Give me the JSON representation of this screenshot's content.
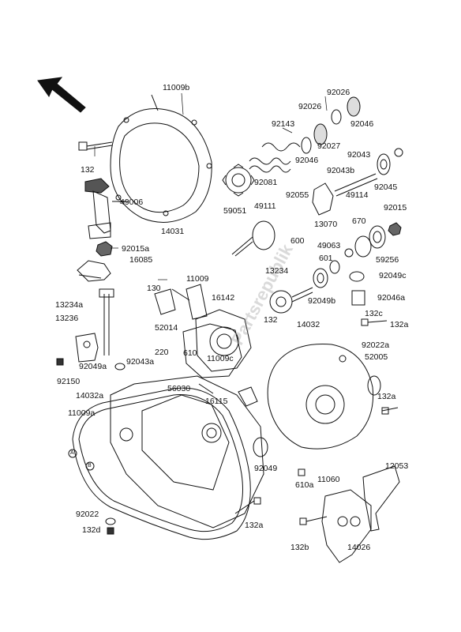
{
  "watermark": "Partsrepublik",
  "labels": {
    "l11009b": "11009b",
    "l92026a": "92026",
    "l92026b": "92026",
    "l92143": "92143",
    "l92046a": "92046",
    "l92027": "92027",
    "l92046b": "92046",
    "l92043": "92043",
    "l92043b": "92043b",
    "l132a_top": "132",
    "l92081": "92081",
    "l92045": "92045",
    "l49114": "49114",
    "l92055": "92055",
    "l59051": "59051",
    "l49111": "49111",
    "l92015": "92015",
    "l49006": "49006",
    "l14031": "14031",
    "l670": "670",
    "l13070": "13070",
    "l600": "600",
    "l49063": "49063",
    "l92015a": "92015a",
    "l16085": "16085",
    "l59256": "59256",
    "l601": "601",
    "l13234": "13234",
    "l92049c": "92049c",
    "l130": "130",
    "l11009": "11009",
    "l92049b": "92049b",
    "l92046a_r": "92046a",
    "l16142": "16142",
    "l13234a": "13234a",
    "l13236": "13236",
    "l52014": "52014",
    "l132c": "132c",
    "l132_mid": "132",
    "l14032": "14032",
    "l132a_r1": "132a",
    "l92022a": "92022a",
    "l220": "220",
    "l610": "610",
    "l92049a": "92049a",
    "l92043a": "92043a",
    "l11009c": "11009c",
    "l52005": "52005",
    "l92150": "92150",
    "l56030": "56030",
    "l14032a": "14032a",
    "l132a_r2": "132a",
    "l16115": "16115",
    "l11009a": "11009a",
    "l92049": "92049",
    "l12053": "12053",
    "l610a": "610a",
    "l11060": "11060",
    "l92022": "92022",
    "l132a_b": "132a",
    "l132d": "132d",
    "l132b": "132b",
    "l14026": "14026",
    "callout_a": "A",
    "callout_b": "B"
  }
}
